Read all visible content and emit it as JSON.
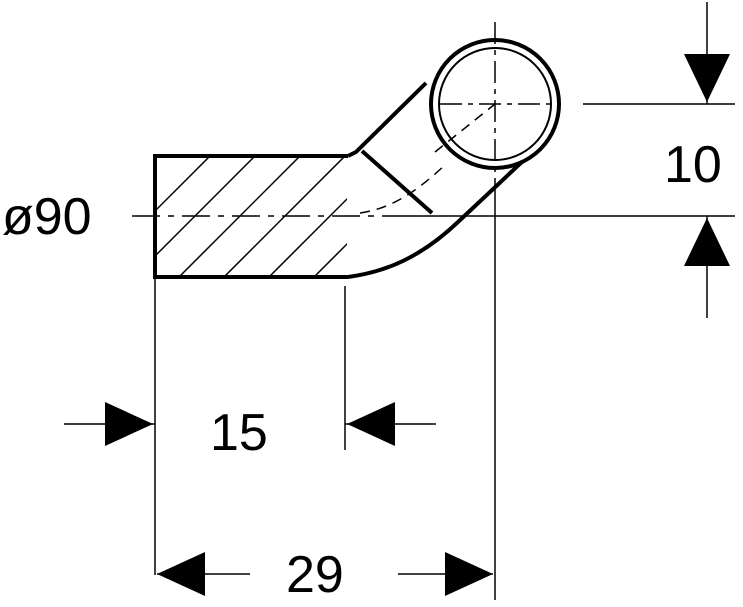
{
  "drawing": {
    "diameter_label": "ø90",
    "dim_offset_label": "10",
    "dim_inner_length_label": "15",
    "dim_total_length_label": "29"
  },
  "colors": {
    "line": "#000000",
    "background": "#ffffff"
  }
}
